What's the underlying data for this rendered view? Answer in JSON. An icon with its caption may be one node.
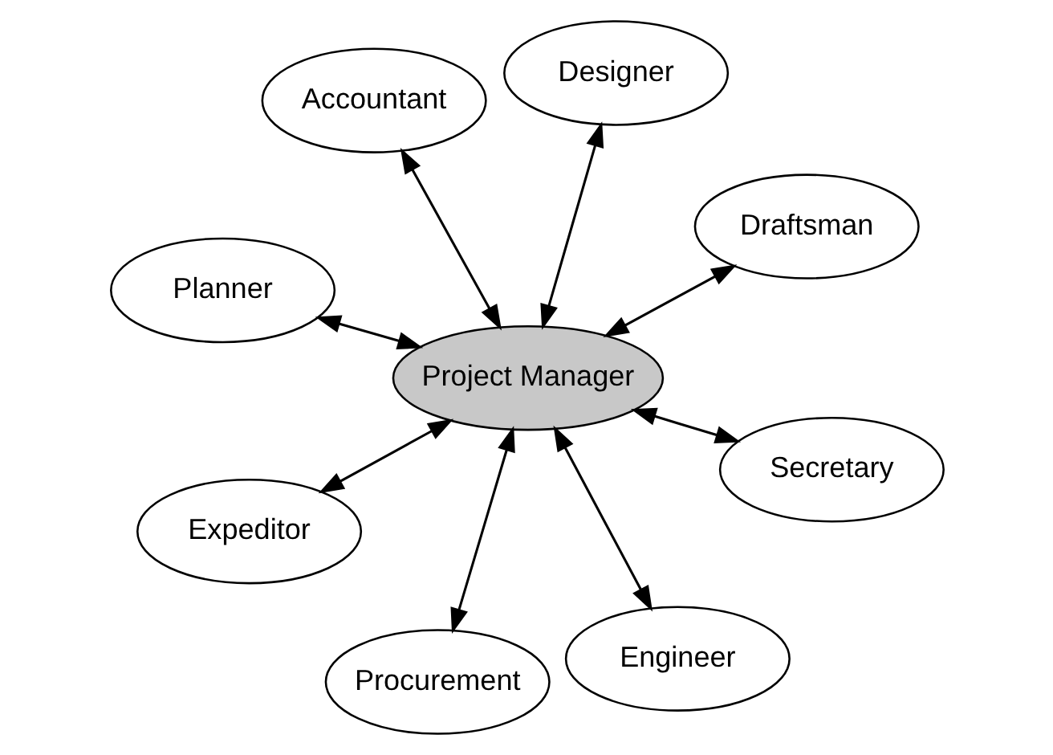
{
  "diagram": {
    "nodes": [
      {
        "text": [
          "Planner"
        ]
      },
      {
        "text": [
          "Draftsman"
        ]
      },
      {
        "text": [
          "Engineer"
        ]
      },
      {
        "text": [
          "Designer"
        ]
      },
      {
        "text": [
          "Project Manager"
        ]
      },
      {
        "text": [
          "Accountant"
        ]
      },
      {
        "text": [
          "Expeditor"
        ]
      },
      {
        "text": [
          "Secretary"
        ]
      },
      {
        "text": [
          "Procurement"
        ]
      }
    ],
    "edges": [
      {
        "from": 4,
        "to": 0,
        "arrow": "both"
      },
      {
        "from": 4,
        "to": 2,
        "arrow": "both"
      },
      {
        "from": 4,
        "to": 5,
        "arrow": "both"
      },
      {
        "from": 4,
        "to": 7,
        "arrow": "both"
      },
      {
        "from": 4,
        "to": 8,
        "arrow": "both"
      },
      {
        "from": 4,
        "to": 6,
        "arrow": "both"
      },
      {
        "from": 4,
        "to": 3,
        "arrow": "both"
      },
      {
        "from": 4,
        "to": 1,
        "arrow": "both"
      }
    ]
  }
}
